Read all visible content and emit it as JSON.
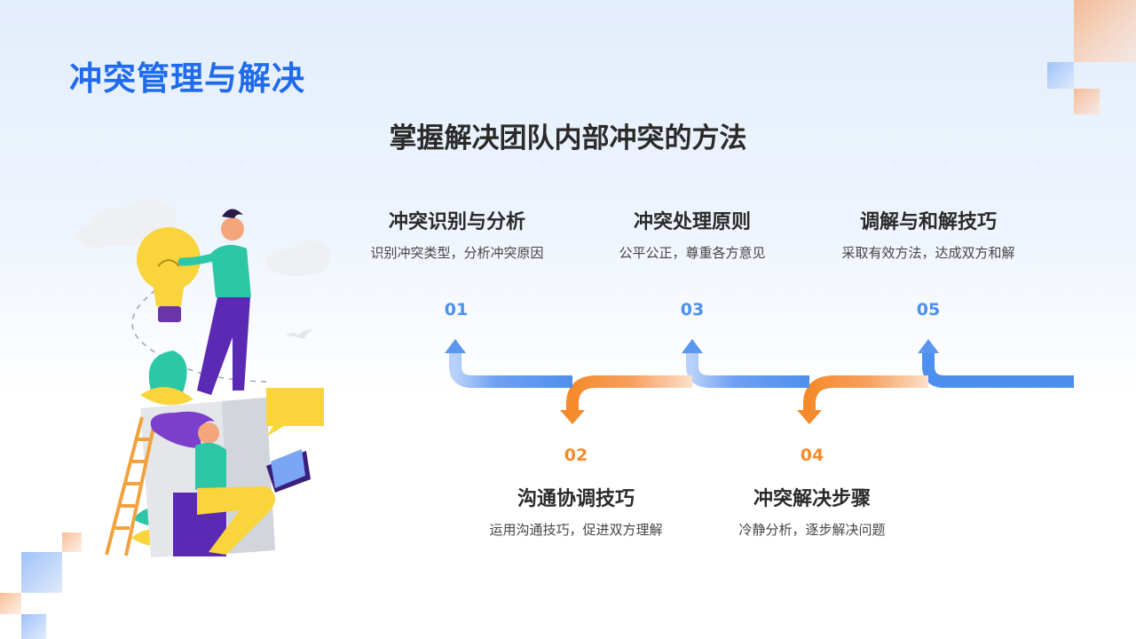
{
  "page": {
    "title": "冲突管理与解决",
    "subtitle": "掌握解决团队内部冲突的方法"
  },
  "steps": [
    {
      "num": "01",
      "title": "冲突识别与分析",
      "desc": "识别冲突类型，分析冲突原因",
      "color": "#4d8fee"
    },
    {
      "num": "02",
      "title": "沟通协调技巧",
      "desc": "运用沟通技巧，促进双方理解",
      "color": "#f58a2c"
    },
    {
      "num": "03",
      "title": "冲突处理原则",
      "desc": "公平公正，尊重各方意见",
      "color": "#4d8fee"
    },
    {
      "num": "04",
      "title": "冲突解决步骤",
      "desc": "冷静分析，逐步解决问题",
      "color": "#f58a2c"
    },
    {
      "num": "05",
      "title": "调解与和解技巧",
      "desc": "采取有效方法，达成双方和解",
      "color": "#4d8fee"
    }
  ],
  "colors": {
    "accent_blue": "#1f6bec",
    "arrow_blue": "#4d8fee",
    "arrow_orange": "#f58a2c"
  },
  "illustration": {
    "icons": [
      "lightbulb-icon",
      "person-standing-icon",
      "person-laptop-icon",
      "speech-bubble-icon",
      "ladder-icon",
      "cloud-icon",
      "bird-icon",
      "leaf-icon"
    ]
  }
}
